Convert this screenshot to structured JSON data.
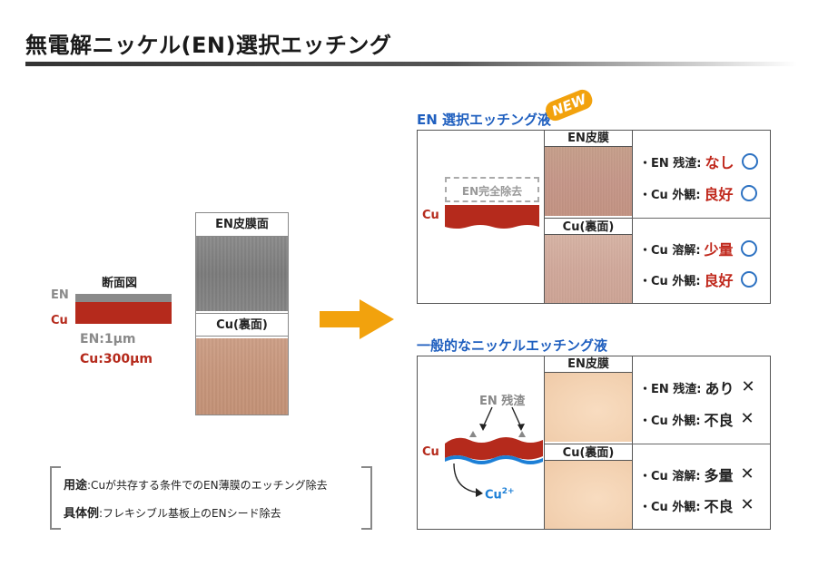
{
  "title": "無電解ニッケル(EN)選択エッチング",
  "cross_section": {
    "heading": "断面図",
    "en_label": "EN",
    "cu_label": "Cu",
    "en_thickness": "EN:1μm",
    "cu_thickness": "Cu:300μm"
  },
  "sample": {
    "top_label": "EN皮膜面",
    "bottom_label": "Cu(裏面)"
  },
  "usage": {
    "purpose_key": "用途",
    "purpose_text": ":Cuが共存する条件でのEN薄膜のエッチング除去",
    "example_key": "具体例",
    "example_text": ":フレキシブル基板上のENシード除去"
  },
  "selective": {
    "heading": "EN 選択エッチング液",
    "badge": "NEW",
    "removed_label": "EN完全除去",
    "cu_label": "Cu",
    "tile_top": "EN皮膜",
    "tile_bottom": "Cu(裏面)",
    "results": [
      {
        "label": "・EN 残渣:",
        "value": "なし",
        "mark": "circle"
      },
      {
        "label": "・Cu 外観:",
        "value": "良好",
        "mark": "circle"
      },
      {
        "label": "・Cu 溶解:",
        "value": "少量",
        "mark": "circle"
      },
      {
        "label": "・Cu 外観:",
        "value": "良好",
        "mark": "circle"
      }
    ]
  },
  "general": {
    "heading": "一般的なニッケルエッチング液",
    "residue_label": "EN 残渣",
    "cu_label": "Cu",
    "ion_label": "Cu",
    "ion_charge": "2+",
    "tile_top": "EN皮膜",
    "tile_bottom": "Cu(裏面)",
    "results": [
      {
        "label": "・EN 残渣:",
        "value": "あり",
        "mark": "cross"
      },
      {
        "label": "・Cu 外観:",
        "value": "不良",
        "mark": "cross"
      },
      {
        "label": "・Cu 溶解:",
        "value": "多量",
        "mark": "cross"
      },
      {
        "label": "・Cu 外観:",
        "value": "不良",
        "mark": "cross"
      }
    ]
  },
  "colors": {
    "accent_blue": "#1f5fbf",
    "cu_red": "#b52a1c",
    "en_grey": "#8a8a8a",
    "arrow_orange": "#f2a20d",
    "good_mark": "#2d72c2"
  }
}
